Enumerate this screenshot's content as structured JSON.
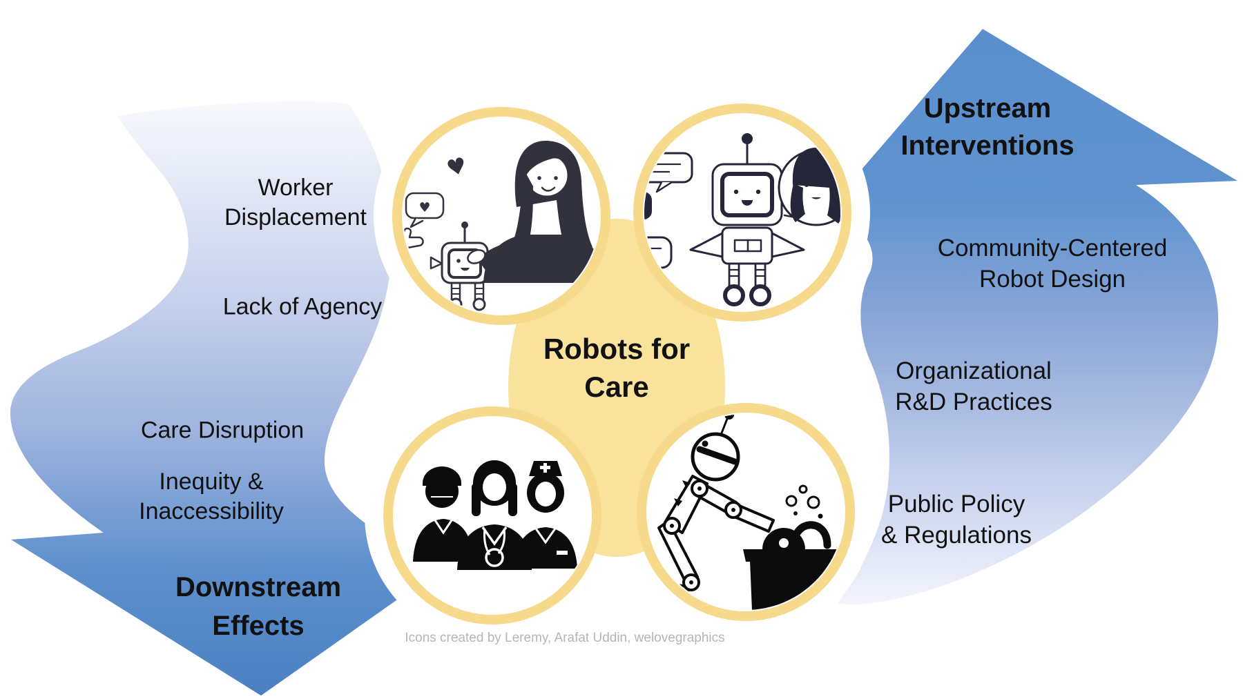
{
  "center": {
    "title": [
      "Robots for",
      "Care"
    ]
  },
  "downstream": {
    "header": [
      "Downstream",
      "Effects"
    ],
    "items": [
      [
        "Worker",
        "Displacement"
      ],
      [
        "Lack of Agency"
      ],
      [
        "Care Disruption"
      ],
      [
        "Inequity &",
        "Inaccessibility"
      ]
    ]
  },
  "upstream": {
    "header": [
      "Upstream",
      "Interventions"
    ],
    "items": [
      [
        "Community-Centered",
        "Robot Design"
      ],
      [
        "Organizational",
        "R&D Practices"
      ],
      [
        "Public Policy",
        "& Regulations"
      ]
    ]
  },
  "credit": "Icons created by Leremy, Arafat Uddin, welovegraphics",
  "icons": [
    {
      "name": "caregiver-with-robot-icon",
      "meaning": "woman petting a small companion robot with hearts and approval bubbles"
    },
    {
      "name": "robot-chat-companion-icon",
      "meaning": "social robot chatting with a woman, speech bubbles"
    },
    {
      "name": "healthcare-team-icon",
      "meaning": "three healthcare workers: masked man, doctor with stethoscope, nurse"
    },
    {
      "name": "robot-washing-dishes-icon",
      "meaning": "robot doing dishes at a sink counter"
    }
  ],
  "colors": {
    "arrow_blue_dark": "#4a80c2",
    "arrow_blue_steel": "#5a8ecd",
    "arrow_blue_mid": "#9fb4de",
    "arrow_blue_light": "#f4f6fc",
    "ring_yellow": "#f6d98a",
    "center_yellow": "#f9e29c",
    "text": "#111111",
    "credit_gray": "#b5b5b5",
    "illustration_ink": "#32323f",
    "silhouette_ink": "#0b0b0b"
  }
}
